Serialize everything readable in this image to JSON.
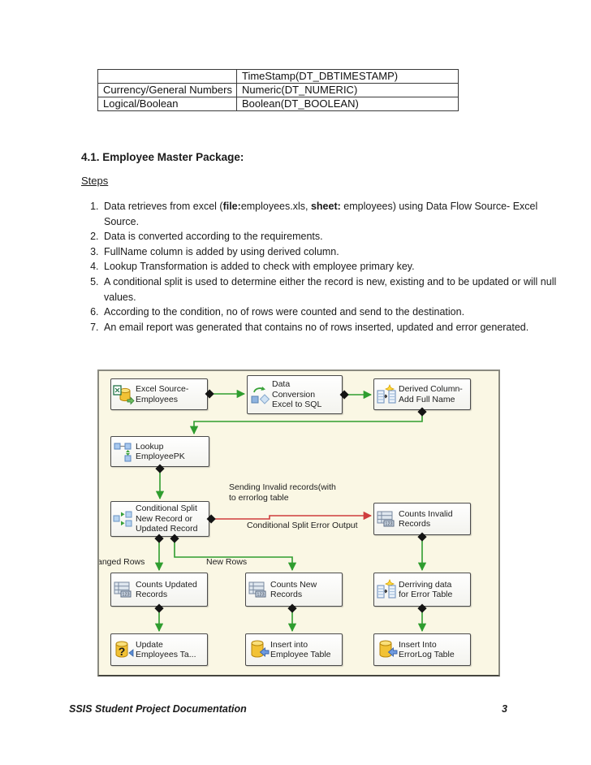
{
  "table": {
    "rows": [
      [
        "",
        "TimeStamp(DT_DBTIMESTAMP)"
      ],
      [
        "Currency/General Numbers",
        "Numeric(DT_NUMERIC)"
      ],
      [
        "Logical/Boolean",
        "Boolean(DT_BOOLEAN)"
      ]
    ]
  },
  "section": {
    "heading": "4.1. Employee Master Package:"
  },
  "steps": {
    "label": "Steps",
    "item1_parts": [
      "Data retrieves from excel (",
      "file:",
      "employees.xls, ",
      "sheet:",
      " employees) using Data Flow Source- Excel Source."
    ],
    "item2": "Data is converted according to the requirements.",
    "item3": "FullName column is added by using derived column.",
    "item4": "Lookup Transformation is added to check with employee primary key.",
    "item5": "A conditional split is used to determine either the record is new, existing and to be updated or will null values.",
    "item6": "According to the condition, no of rows were counted and send to the destination.",
    "item7": "An email report was generated that contains no of rows inserted, updated and error generated."
  },
  "diagram": {
    "boxes": {
      "excel_source": "Excel Source-\nEmployees",
      "data_conversion": "Data\nConversion\nExcel to SQL",
      "derived_column": "Derived Column-\nAdd Full Name",
      "lookup": "Lookup\nEmployeePK",
      "conditional_split": "Conditional Split\nNew Record  or\nUpdated Record",
      "counts_invalid": "Counts Invalid\nRecords",
      "counts_updated": "Counts Updated\nRecords",
      "counts_new": "Counts New\nRecords",
      "derriving_data": "Derriving  data\nfor Error Table",
      "update_employees": "Update\nEmployees Ta...",
      "insert_employee": "Insert into\nEmployee Table",
      "insert_errorlog": "Insert Into\nErrorLog Table"
    },
    "annotations": {
      "error_path_line1": "Sending Invalid records(with\nto errorlog table",
      "error_path_line2": "Conditional Split Error Output",
      "changed_rows": "anged Rows",
      "new_rows": "New Rows"
    },
    "colors": {
      "flow_ok": "#2f9d2f",
      "flow_error": "#cf3d3d",
      "canvas": "#faf7e4"
    }
  },
  "footer": {
    "title": "SSIS Student Project Documentation",
    "page_number": "3"
  }
}
